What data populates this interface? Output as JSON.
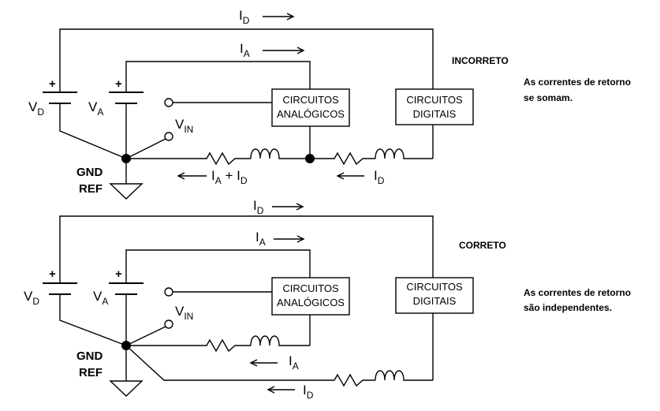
{
  "top": {
    "status": "INCORRETO",
    "note_line1": "As correntes de retorno",
    "note_line2": "se somam.",
    "id_label": "I",
    "id_sub": "D",
    "ia_label": "I",
    "ia_sub": "A",
    "vd_label": "V",
    "vd_sub": "D",
    "va_label": "V",
    "va_sub": "A",
    "vin_label": "V",
    "vin_sub": "IN",
    "sum_i1": "I",
    "sum_sub1": "A",
    "sum_plus": " + I",
    "sum_sub2": "D",
    "ret_id_label": "I",
    "ret_id_sub": "D",
    "analog_line1": "CIRCUITOS",
    "analog_line2": "ANALÓGICOS",
    "digital_line1": "CIRCUITOS",
    "digital_line2": "DIGITAIS",
    "gnd1": "GND",
    "gnd2": "REF",
    "plus": "+"
  },
  "bottom": {
    "status": "CORRETO",
    "note_line1": "As correntes de retorno",
    "note_line2": "são independentes.",
    "id_label": "I",
    "id_sub": "D",
    "ia_label": "I",
    "ia_sub": "A",
    "vd_label": "V",
    "vd_sub": "D",
    "va_label": "V",
    "va_sub": "A",
    "vin_label": "V",
    "vin_sub": "IN",
    "ret_ia_label": "I",
    "ret_ia_sub": "A",
    "ret_id_label": "I",
    "ret_id_sub": "D",
    "analog_line1": "CIRCUITOS",
    "analog_line2": "ANALÓGICOS",
    "digital_line1": "CIRCUITOS",
    "digital_line2": "DIGITAIS",
    "gnd1": "GND",
    "gnd2": "REF",
    "plus": "+"
  }
}
